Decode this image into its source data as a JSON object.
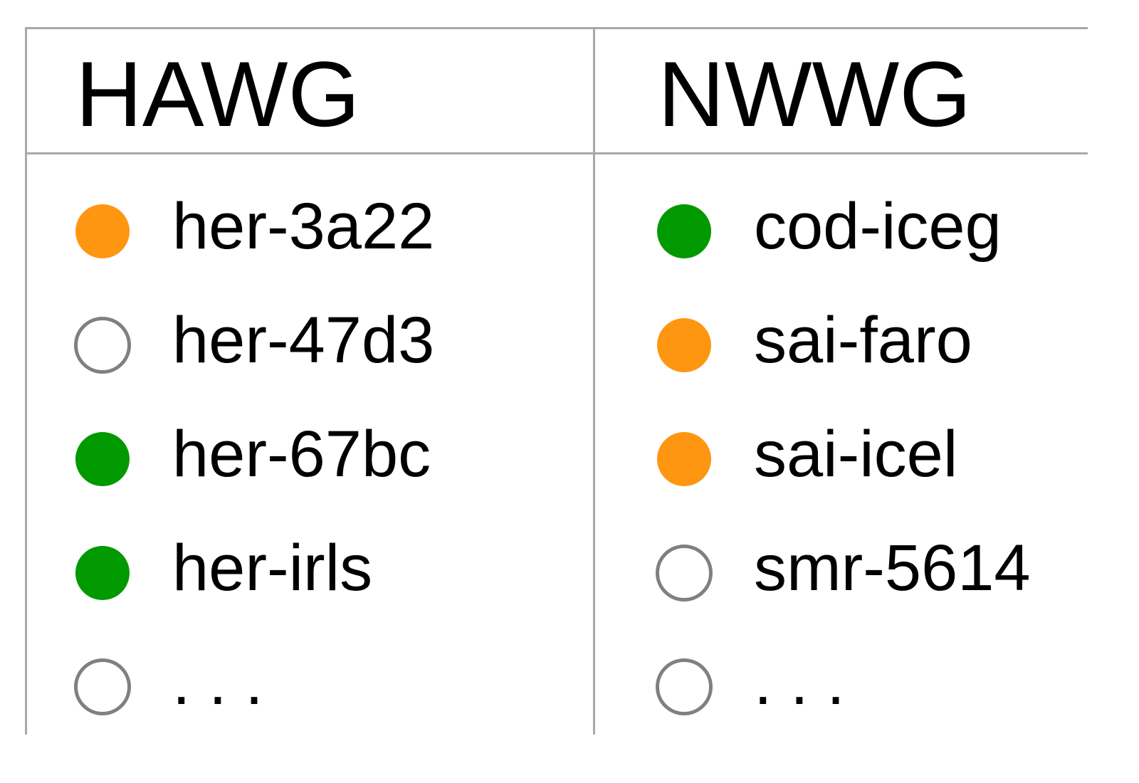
{
  "columns": [
    {
      "title": "HAWG",
      "items": [
        {
          "label": "her-3a22",
          "status": "orange"
        },
        {
          "label": "her-47d3",
          "status": "empty"
        },
        {
          "label": "her-67bc",
          "status": "green"
        },
        {
          "label": "her-irls",
          "status": "green"
        },
        {
          "label": ". . .",
          "status": "empty"
        }
      ]
    },
    {
      "title": "NWWG",
      "items": [
        {
          "label": "cod-iceg",
          "status": "green"
        },
        {
          "label": "sai-faro",
          "status": "orange"
        },
        {
          "label": "sai-icel",
          "status": "orange"
        },
        {
          "label": "smr-5614",
          "status": "empty"
        },
        {
          "label": ". . .",
          "status": "empty"
        }
      ]
    }
  ],
  "colors": {
    "green": "#009900",
    "orange": "#ff9612",
    "empty_border": "#808080",
    "grid_line": "#a8a8a8"
  }
}
